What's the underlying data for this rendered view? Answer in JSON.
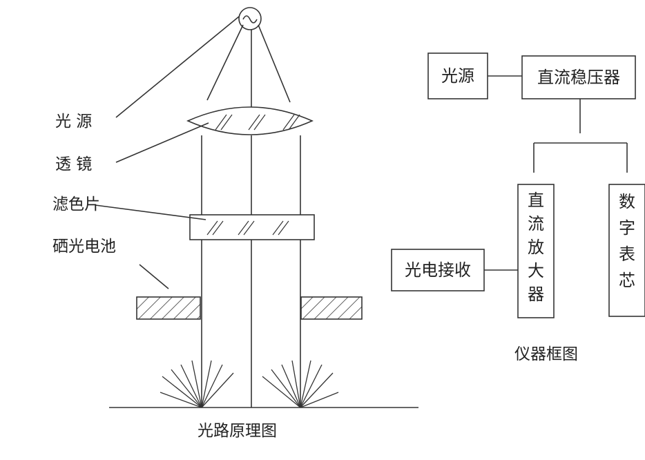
{
  "optical_diagram": {
    "labels": {
      "light_source": "光 源",
      "lens": "透 镜",
      "filter": "滤色片",
      "cell": "硒光电池"
    },
    "caption": "光路原理图"
  },
  "block_diagram": {
    "light_source": "光源",
    "regulator": "直流稳压器",
    "amplifier": "直流放大器",
    "digital_meter": "数字表芯",
    "receiver": "光电接收",
    "caption": "仪器框图"
  }
}
